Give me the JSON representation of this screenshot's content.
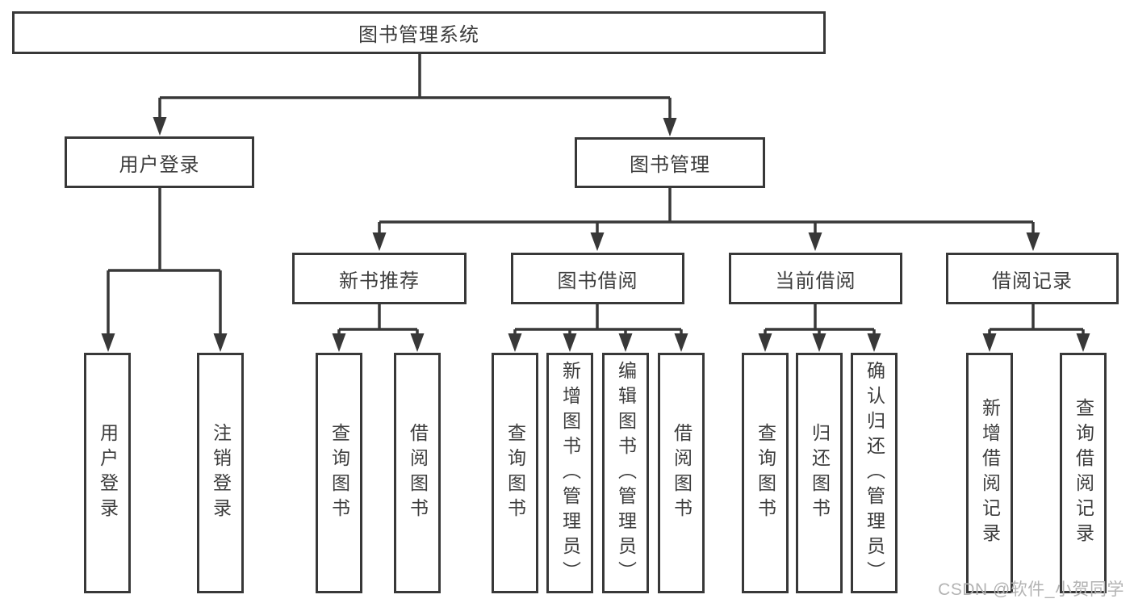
{
  "diagram": {
    "type": "hierarchy",
    "tree": {
      "label": "图书管理系统",
      "children": [
        {
          "label": "用户登录",
          "children": [
            {
              "label": "用户登录"
            },
            {
              "label": "注销登录"
            }
          ]
        },
        {
          "label": "图书管理",
          "children": [
            {
              "label": "新书推荐",
              "children": [
                {
                  "label": "查询图书"
                },
                {
                  "label": "借阅图书"
                }
              ]
            },
            {
              "label": "图书借阅",
              "children": [
                {
                  "label": "查询图书"
                },
                {
                  "label": "新增图书（管理员）"
                },
                {
                  "label": "编辑图书（管理员）"
                },
                {
                  "label": "借阅图书"
                }
              ]
            },
            {
              "label": "当前借阅",
              "children": [
                {
                  "label": "查询图书"
                },
                {
                  "label": "归还图书"
                },
                {
                  "label": "确认归还（管理员）"
                }
              ]
            },
            {
              "label": "借阅记录",
              "children": [
                {
                  "label": "新增借阅记录"
                },
                {
                  "label": "查询借阅记录"
                }
              ]
            }
          ]
        }
      ]
    }
  },
  "watermark": {
    "text": "CSDN @软件_小贺同学"
  },
  "colors": {
    "line": "#383838",
    "text": "#3d3d3d",
    "box_fill": "#ffffff",
    "background": "#ffffff",
    "watermark": "#b3b3b3"
  }
}
